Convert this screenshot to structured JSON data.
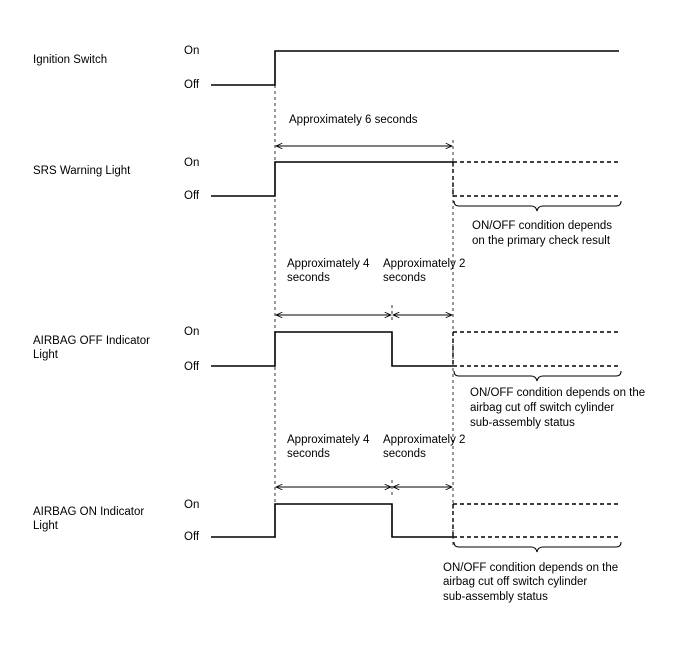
{
  "state_labels": {
    "on": "On",
    "off": "Off"
  },
  "signals": {
    "ignition": {
      "name": "Ignition Switch"
    },
    "srs": {
      "name": "SRS Warning Light",
      "duration": "Approximately 6 seconds",
      "note_lines": [
        "ON/OFF condition depends",
        "on the primary check result"
      ]
    },
    "airbag_off": {
      "name_lines": [
        "AIRBAG OFF Indicator",
        "Light"
      ],
      "duration1_lines": [
        "Approximately 4",
        "seconds"
      ],
      "duration2_lines": [
        "Approximately 2",
        "seconds"
      ],
      "note_lines": [
        "ON/OFF condition depends on the",
        "airbag cut off switch cylinder",
        "sub-assembly status"
      ]
    },
    "airbag_on": {
      "name_lines": [
        "AIRBAG ON Indicator",
        "Light"
      ],
      "duration1_lines": [
        "Approximately 4",
        "seconds"
      ],
      "duration2_lines": [
        "Approximately 2",
        "seconds"
      ],
      "note_lines": [
        "ON/OFF condition depends on the",
        "airbag cut off switch cylinder",
        "sub-assembly status"
      ]
    }
  }
}
